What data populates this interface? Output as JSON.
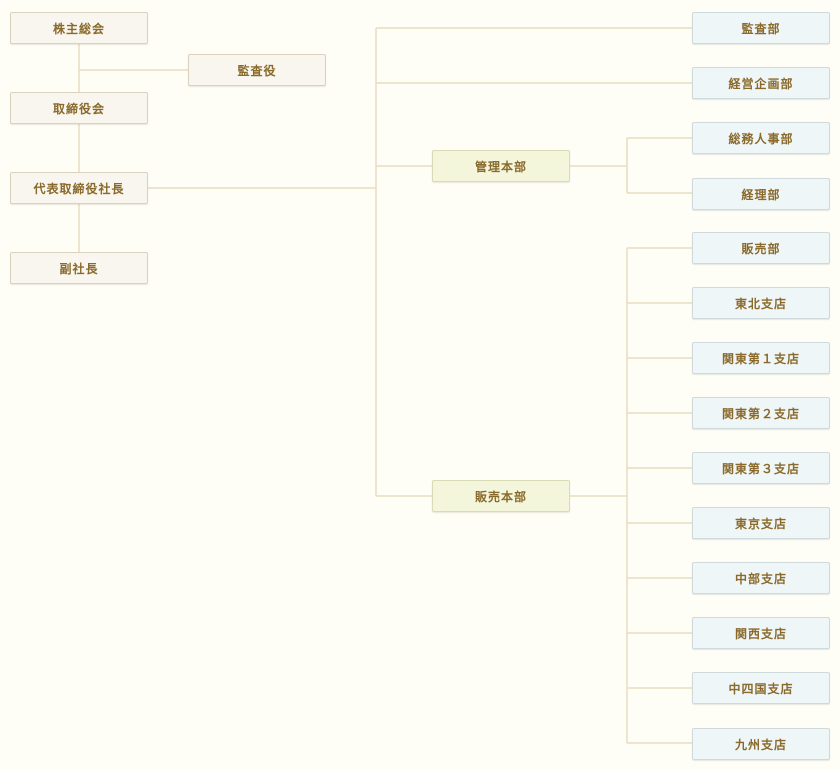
{
  "colors": {
    "background": "#fefdf6",
    "connector": "#e7ddc0",
    "text": "#8a6a2c",
    "exec_box": "#f8f6ee",
    "hq_box": "#f4f6dc",
    "dept_box": "#eff6f7"
  },
  "executives": {
    "shareholders_meeting": "株主総会",
    "auditor": "監査役",
    "board": "取締役会",
    "ceo": "代表取締役社長",
    "vice_president": "副社長"
  },
  "headquarters": {
    "admin": "管理本部",
    "sales": "販売本部"
  },
  "departments": {
    "audit": "監査部",
    "corporate_planning": "経営企画部",
    "general_hr": "総務人事部",
    "accounting": "経理部",
    "sales_dept": "販売部"
  },
  "branches": [
    "東北支店",
    "関東第１支店",
    "関東第２支店",
    "関東第３支店",
    "東京支店",
    "中部支店",
    "関西支店",
    "中四国支店",
    "九州支店"
  ]
}
